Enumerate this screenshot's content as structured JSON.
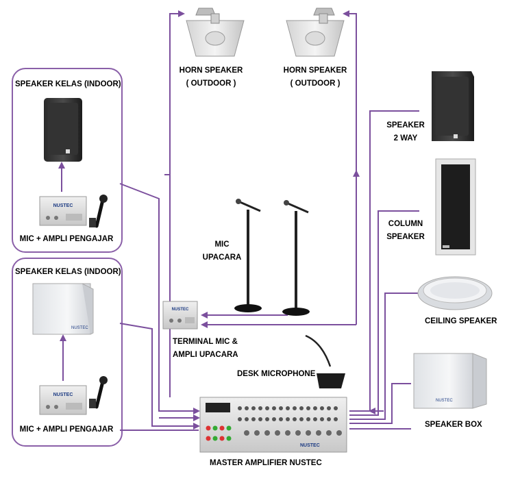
{
  "colors": {
    "line": "#7b4f9d",
    "panel_border": "#8a5fa8",
    "text": "#000000"
  },
  "labels": {
    "horn_speaker_1": [
      "HORN SPEAKER",
      "( OUTDOOR )"
    ],
    "horn_speaker_2": [
      "HORN SPEAKER",
      "( OUTDOOR )"
    ],
    "speaker_kelas_1": "SPEAKER KELAS (INDOOR)",
    "speaker_kelas_2": "SPEAKER KELAS (INDOOR)",
    "mic_ampli_pengajar_1": "MIC + AMPLI PENGAJAR",
    "mic_ampli_pengajar_2": "MIC + AMPLI PENGAJAR",
    "mic_upacara": [
      "MIC",
      "UPACARA"
    ],
    "terminal_mic": [
      "TERMINAL MIC &",
      "AMPLI UPACARA"
    ],
    "desk_microphone": "DESK  MICROPHONE",
    "master_amplifier": "MASTER AMPLIFIER NUSTEC",
    "speaker_2way": [
      "SPEAKER",
      "2 WAY"
    ],
    "column_speaker": [
      "COLUMN",
      "SPEAKER"
    ],
    "ceiling_speaker": "CEILING SPEAKER",
    "speaker_box": "SPEAKER BOX"
  },
  "device_text": {
    "brand": "NUSTEC"
  },
  "icons": [
    "horn-speaker-icon",
    "wall-speaker-icon",
    "amplifier-box-icon",
    "handheld-mic-icon",
    "mic-stand-icon",
    "gooseneck-mic-icon",
    "rack-amplifier-icon",
    "column-speaker-icon",
    "ceiling-speaker-icon",
    "box-speaker-icon"
  ]
}
